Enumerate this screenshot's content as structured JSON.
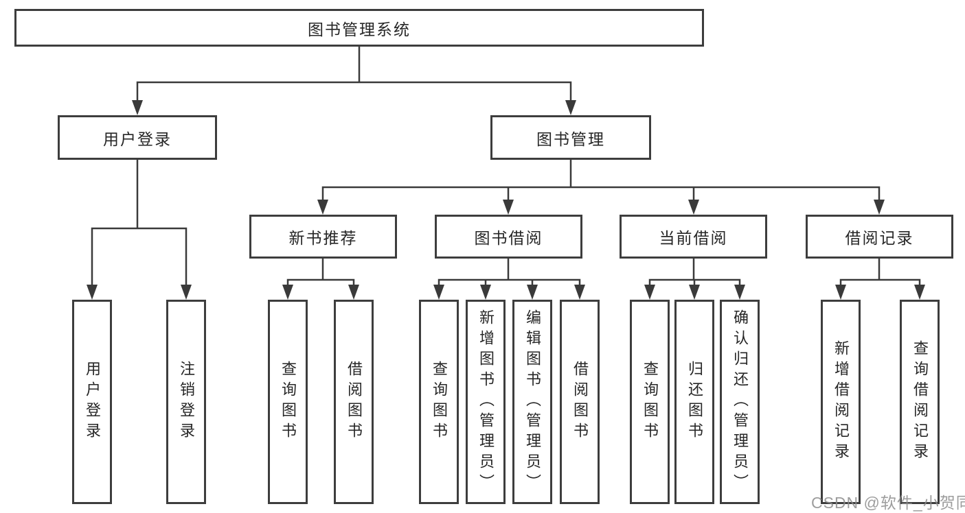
{
  "nodes": {
    "root": {
      "label": "图书管理系统"
    },
    "level2": [
      {
        "label": "用户登录",
        "parent": "图书管理系统"
      },
      {
        "label": "图书管理",
        "parent": "图书管理系统"
      }
    ],
    "level3": [
      {
        "label": "新书推荐",
        "parent": "图书管理"
      },
      {
        "label": "图书借阅",
        "parent": "图书管理"
      },
      {
        "label": "当前借阅",
        "parent": "图书管理"
      },
      {
        "label": "借阅记录",
        "parent": "图书管理"
      }
    ],
    "leaves": [
      {
        "label": "用户登录",
        "parent": "用户登录"
      },
      {
        "label": "注销登录",
        "parent": "用户登录"
      },
      {
        "label": "查询图书",
        "parent": "新书推荐"
      },
      {
        "label": "借阅图书",
        "parent": "新书推荐"
      },
      {
        "label": "查询图书",
        "parent": "图书借阅"
      },
      {
        "label": "新增图书（管理员）",
        "parent": "图书借阅"
      },
      {
        "label": "编辑图书（管理员）",
        "parent": "图书借阅"
      },
      {
        "label": "借阅图书",
        "parent": "图书借阅"
      },
      {
        "label": "查询图书",
        "parent": "当前借阅"
      },
      {
        "label": "归还图书",
        "parent": "当前借阅"
      },
      {
        "label": "确认归还（管理员）",
        "parent": "当前借阅"
      },
      {
        "label": "新增借阅记录",
        "parent": "借阅记录"
      },
      {
        "label": "查询借阅记录",
        "parent": "借阅记录"
      }
    ]
  },
  "watermark": "CSDN @软件_小贺同学",
  "colors": {
    "line": "#3a3a3a",
    "box_border": "#3d3d3d",
    "box_fill": "#ffffff",
    "text": "#262626",
    "watermark": "#8c8c8c",
    "background": "#ffffff"
  }
}
